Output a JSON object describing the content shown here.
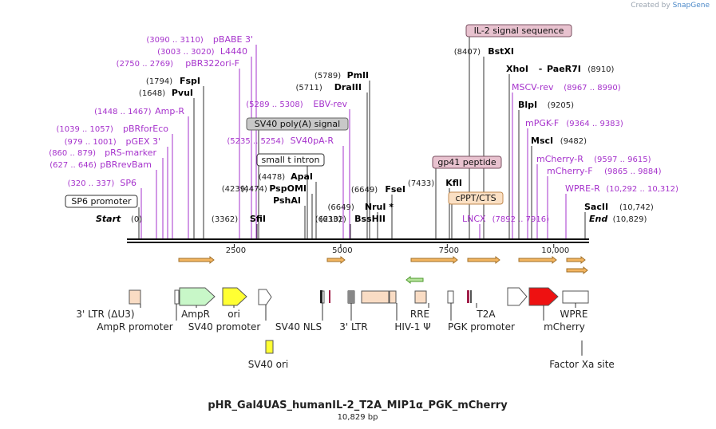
{
  "credit": {
    "prefix": "Created by",
    "brand": "SnapGene"
  },
  "title": "pHR_Gal4UAS_humanIL-2_T2A_MIP1α_PGK_mCherry",
  "length_label": "10,829 bp",
  "total_bp": 10829,
  "axis_ticks": [
    {
      "bp": 2500,
      "label": "2500"
    },
    {
      "bp": 5000,
      "label": "5000"
    },
    {
      "bp": 7500,
      "label": "7500"
    },
    {
      "bp": 10000,
      "label": "10,000"
    }
  ],
  "enzymes": [
    {
      "name": "Start",
      "coord": "(0)",
      "style": "start",
      "bp": 0
    },
    {
      "name": "End",
      "coord": "(10,829)",
      "style": "end",
      "bp": 10829
    },
    {
      "name": "SfiI",
      "coord": "(3362)",
      "bp": 3362
    },
    {
      "name": "PshAI",
      "coord": "",
      "bp": 3400
    },
    {
      "name": "PspOMI",
      "coord": "(4474)",
      "bp": 4474
    },
    {
      "name": "ApaI",
      "coord": "(4478)",
      "bp": 4478
    },
    {
      "name": "FspI",
      "coord": "(1794)",
      "bp": 1794
    },
    {
      "name": "PvuI",
      "coord": "(1648)",
      "bp": 1648
    },
    {
      "name": "PmlI",
      "coord": "(5789)",
      "bp": 5789
    },
    {
      "name": "DraIII",
      "coord": "(5711)",
      "bp": 5711
    },
    {
      "name": "NruI *",
      "coord": "(6649)",
      "bp": 6649
    },
    {
      "name": "FseI",
      "coord": "(6649)",
      "bp": 6649
    },
    {
      "name": "BssHII",
      "coord": "(6332)",
      "bp": 6332
    },
    {
      "name": "KflI",
      "coord": "(7433)",
      "bp": 7433
    },
    {
      "name": "BstXI",
      "coord": "(8407)",
      "bp": 8407
    },
    {
      "name": "XhoI",
      "coord": "",
      "bp": 8905
    },
    {
      "name": "PaeR7I",
      "coord": "(8910)",
      "bp": 8910
    },
    {
      "name": "BlpI",
      "coord": "(9205)",
      "bp": 9205
    },
    {
      "name": "MscI",
      "coord": "(9482)",
      "bp": 9482
    },
    {
      "name": "SacII",
      "coord": "(10,742)",
      "bp": 10742
    }
  ],
  "coord_notes": [
    "(4239)",
    "(6210)"
  ],
  "primers": [
    {
      "name": "pBABE 3'",
      "coord": "(3090 .. 3110)"
    },
    {
      "name": "L4440",
      "coord": "(3003 .. 3020)"
    },
    {
      "name": "pBR322ori-F",
      "coord": "(2750 .. 2769)"
    },
    {
      "name": "Amp-R",
      "coord": "(1448 .. 1467)"
    },
    {
      "name": "pBRforEco",
      "coord": "(1039 .. 1057)"
    },
    {
      "name": "pGEX 3'",
      "coord": "(979 .. 1001)"
    },
    {
      "name": "pRS-marker",
      "coord": "(860 .. 879)"
    },
    {
      "name": "pBRrevBam",
      "coord": "(627 .. 646)"
    },
    {
      "name": "SP6",
      "coord": "(320 .. 337)"
    },
    {
      "name": "EBV-rev",
      "coord": "(5289 .. 5308)"
    },
    {
      "name": "SV40pA-R",
      "coord": "(5235 .. 5254)"
    },
    {
      "name": "MSCV-rev",
      "coord": "(8967 .. 8990)"
    },
    {
      "name": "mPGK-F",
      "coord": "(9364 .. 9383)"
    },
    {
      "name": "mCherry-R",
      "coord": "(9597 .. 9615)"
    },
    {
      "name": "mCherry-F",
      "coord": "(9865 .. 9884)"
    },
    {
      "name": "WPRE-R",
      "coord": "(10,292 .. 10,312)"
    },
    {
      "name": "LNCX",
      "coord": "(7892 .. 7916)"
    }
  ],
  "boxed_labels": [
    {
      "name": "IL-2 signal sequence",
      "kind": "pink"
    },
    {
      "name": "SV40 poly(A) signal",
      "kind": "gray"
    },
    {
      "name": "small t intron",
      "kind": "white"
    },
    {
      "name": "gp41 peptide",
      "kind": "pink"
    },
    {
      "name": "cPPT/CTS",
      "kind": "peach"
    },
    {
      "name": "SP6 promoter",
      "kind": "white"
    }
  ],
  "features": [
    {
      "name": "3' LTR (ΔU3)",
      "color": "#f9dcc4"
    },
    {
      "name": "AmpR promoter",
      "color": "#ffffff"
    },
    {
      "name": "AmpR",
      "color": "#c8f7c8"
    },
    {
      "name": "ori",
      "color": "#ffff33"
    },
    {
      "name": "SV40 promoter",
      "color": "#ffffff"
    },
    {
      "name": "SV40 ori",
      "color": "#ffff33"
    },
    {
      "name": "SV40 NLS",
      "color": "#ffffff"
    },
    {
      "name": "3' LTR",
      "color": "#f9dcc4"
    },
    {
      "name": "RRE",
      "color": "#f9dcc4"
    },
    {
      "name": "HIV-1 Ψ",
      "color": "#f9dcc4"
    },
    {
      "name": "PGK promoter",
      "color": "#f9dcc4"
    },
    {
      "name": "T2A",
      "color": "#ffffff"
    },
    {
      "name": "mCherry",
      "color": "#ee1111"
    },
    {
      "name": "WPRE",
      "color": "#ffffff"
    },
    {
      "name": "Factor Xa site",
      "color": "#ffffff"
    }
  ],
  "colors": {
    "primer": "#a633cc",
    "enzyme": "#000000",
    "orf_fill": "#f3b560",
    "orf_stroke": "#a0702a",
    "rev_orf_fill": "#b6e39b",
    "rev_orf_stroke": "#4e9a2e"
  }
}
